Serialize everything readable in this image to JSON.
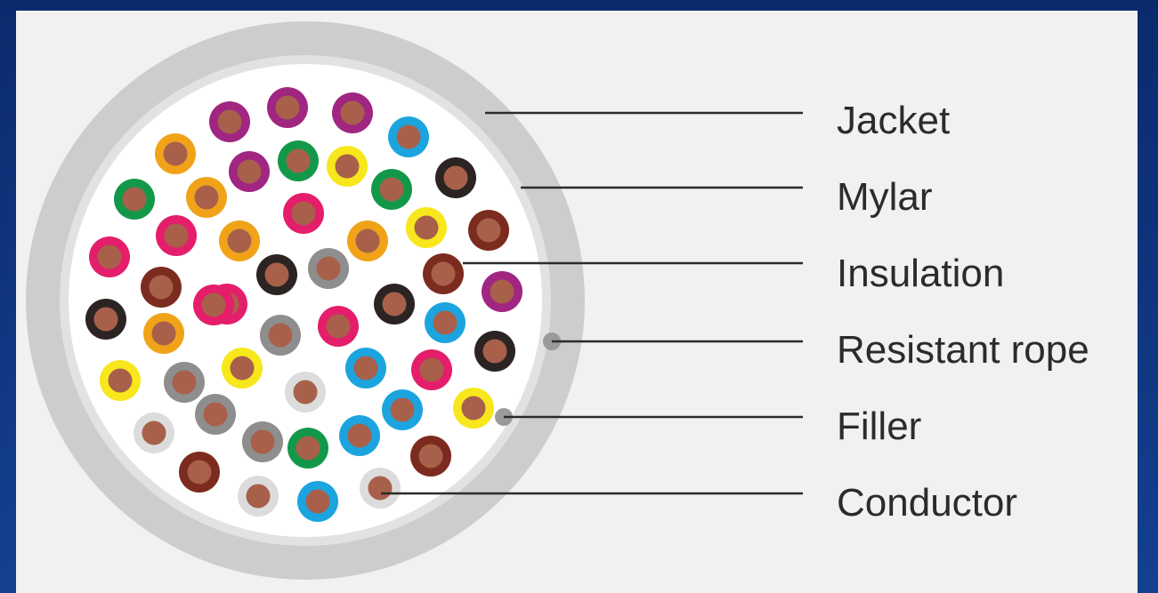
{
  "labels": {
    "jacket": "Jacket",
    "mylar": "Mylar",
    "insulation": "Insulation",
    "resistant_rope": "Resistant rope",
    "filler": "Filler",
    "conductor": "Conductor"
  },
  "colors": {
    "background": "#14408f",
    "panel": "#f1f1f1",
    "jacket": "#cdcdcd",
    "mylar": "#e2e2e2",
    "core": "#ffffff",
    "conductor": "#a8604a",
    "rope_filler": "#9a9a9a",
    "insulation": {
      "purple": "#a02682",
      "orange": "#f0a318",
      "green": "#13984a",
      "yellow": "#f7e71c",
      "black": "#2b2422",
      "pink": "#e41e6b",
      "brown": "#7b2c1e",
      "grey": "#8e8e8e",
      "blue": "#1ca4df",
      "white": "#dcdcdc"
    }
  },
  "wires": [
    "purple",
    "purple",
    "purple",
    "blue",
    "orange",
    "purple",
    "green",
    "yellow",
    "green",
    "black",
    "green",
    "orange",
    "pink",
    "yellow",
    "brown",
    "pink",
    "pink",
    "orange",
    "orange",
    "pink",
    "brown",
    "black",
    "grey",
    "brown",
    "purple",
    "black",
    "pink",
    "orange",
    "black",
    "grey",
    "pink",
    "blue",
    "black",
    "yellow",
    "grey",
    "yellow",
    "white",
    "blue",
    "pink",
    "white",
    "grey",
    "blue",
    "yellow",
    "grey",
    "green",
    "blue",
    "brown",
    "brown",
    "white",
    "blue",
    "white"
  ]
}
